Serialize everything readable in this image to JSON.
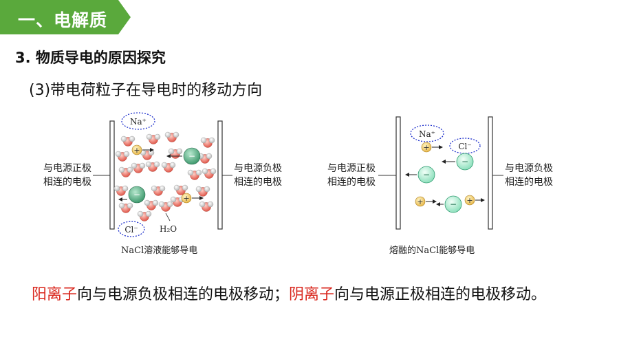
{
  "header": {
    "title": "一、电解质"
  },
  "section_title": "3. 物质导电的原因探究",
  "subsection_title": "(3)带电荷粒子在导电时的移动方向",
  "left_diagram": {
    "left_label_line1": "与电源正极",
    "left_label_line2": "相连的电极",
    "right_label_line1": "与电源负极",
    "right_label_line2": "相连的电极",
    "cation": "Na⁺",
    "anion": "Cl⁻",
    "water": "H₂O",
    "caption": "NaCl溶液能够导电"
  },
  "right_diagram": {
    "left_label_line1": "与电源正极",
    "left_label_line2": "相连的电极",
    "right_label_line1": "与电源负极",
    "right_label_line2": "相连的电极",
    "cation": "Na⁺",
    "anion": "Cl⁻",
    "caption": "熔融的NaCl能够导电"
  },
  "conclusion": {
    "part1_red": "阳离子",
    "part2": "向与电源负极相连的电极移动；",
    "part3_red": "阴离子",
    "part4": "向与电源正极相连的电极移动。"
  },
  "colors": {
    "header_green": "#5aa93c",
    "highlight_red": "#d9261c"
  }
}
